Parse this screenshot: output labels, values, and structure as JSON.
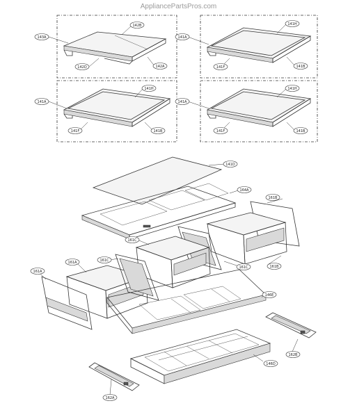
{
  "watermark": "AppliancePartsPros.com",
  "panels": [
    {
      "callouts": [
        "143A",
        "142B",
        "142D",
        "142A"
      ]
    },
    {
      "callouts": [
        "141A",
        "141H",
        "141F",
        "141B"
      ]
    },
    {
      "callouts": [
        "141A",
        "141H",
        "141F",
        "141B"
      ]
    },
    {
      "callouts": [
        "141A",
        "141H",
        "141F",
        "141B"
      ]
    }
  ],
  "main_callouts": [
    "141D",
    "164A",
    "161B",
    "161C",
    "161C",
    "161A",
    "161A",
    "161C",
    "161B",
    "146E",
    "162B",
    "146D",
    "162A"
  ]
}
